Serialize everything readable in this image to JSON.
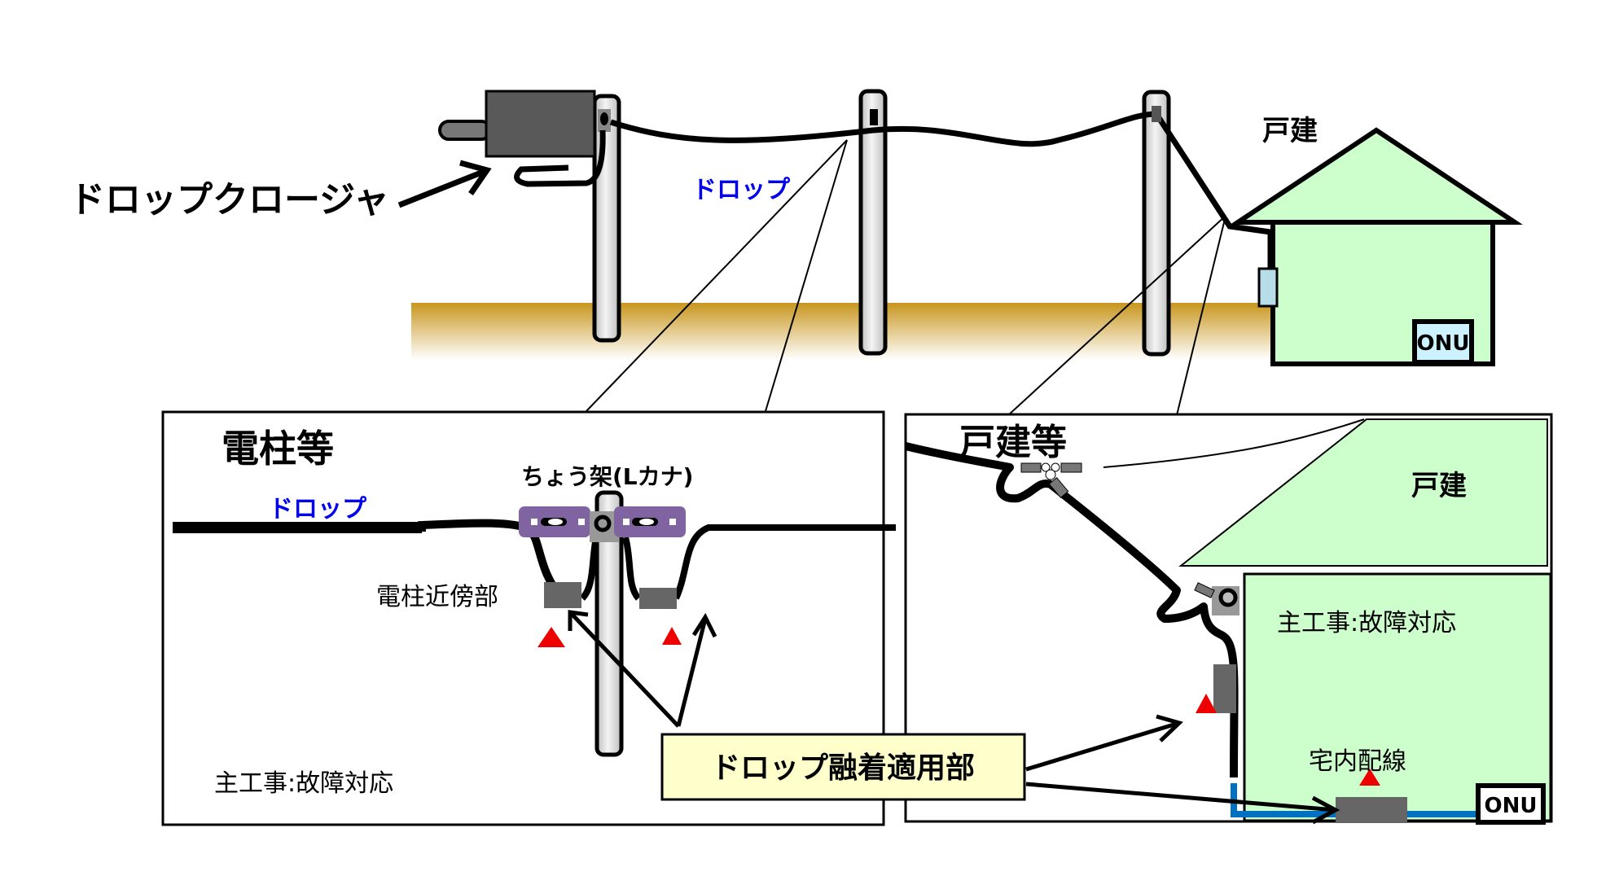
{
  "overview": {
    "closure_label": "ドロップクロージャ",
    "drop_label": "ドロップ",
    "house_label": "戸建",
    "onu_label": "ONU"
  },
  "pole_panel": {
    "title": "電柱等",
    "drop_label": "ドロップ",
    "clamp_label": "ちょう架(Lカナ)",
    "near_pole_label": "電柱近傍部",
    "work_label": "主工事:故障対応"
  },
  "house_panel": {
    "title": "戸建等",
    "house_label": "戸建",
    "work_label": "主工事:故障対応",
    "indoor_wiring_label": "宅内配線",
    "onu_label": "ONU"
  },
  "callout": {
    "label": "ドロップ融着適用部"
  },
  "colors": {
    "ground": "#c8961e",
    "house_fill": "#ccffcc",
    "onu_fill": "#ccf2ff",
    "clamp": "#8064a2",
    "drop_text": "#0000ee",
    "marker": "#ee0000",
    "indoor_cable": "#0070c0",
    "callout_fill": "#ffffcc",
    "splice": "#666666"
  }
}
